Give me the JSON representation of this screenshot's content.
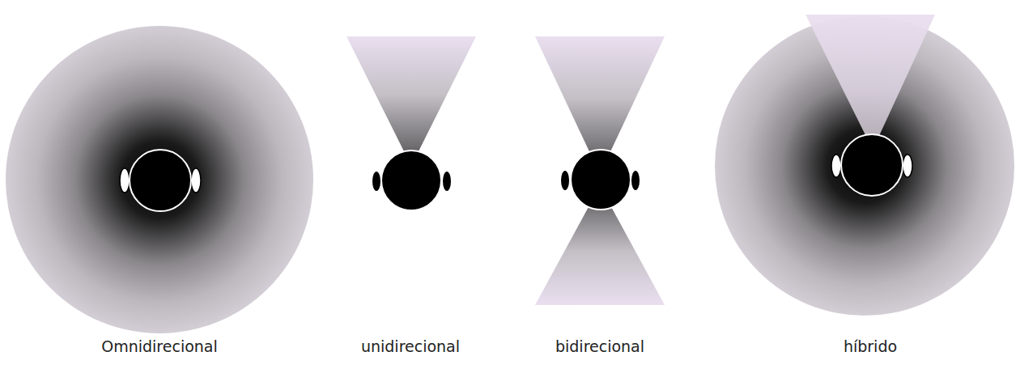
{
  "diagram": {
    "labels": [
      "Omnidirecional",
      "unidirecional",
      "bidirecional",
      "híbrido"
    ]
  }
}
